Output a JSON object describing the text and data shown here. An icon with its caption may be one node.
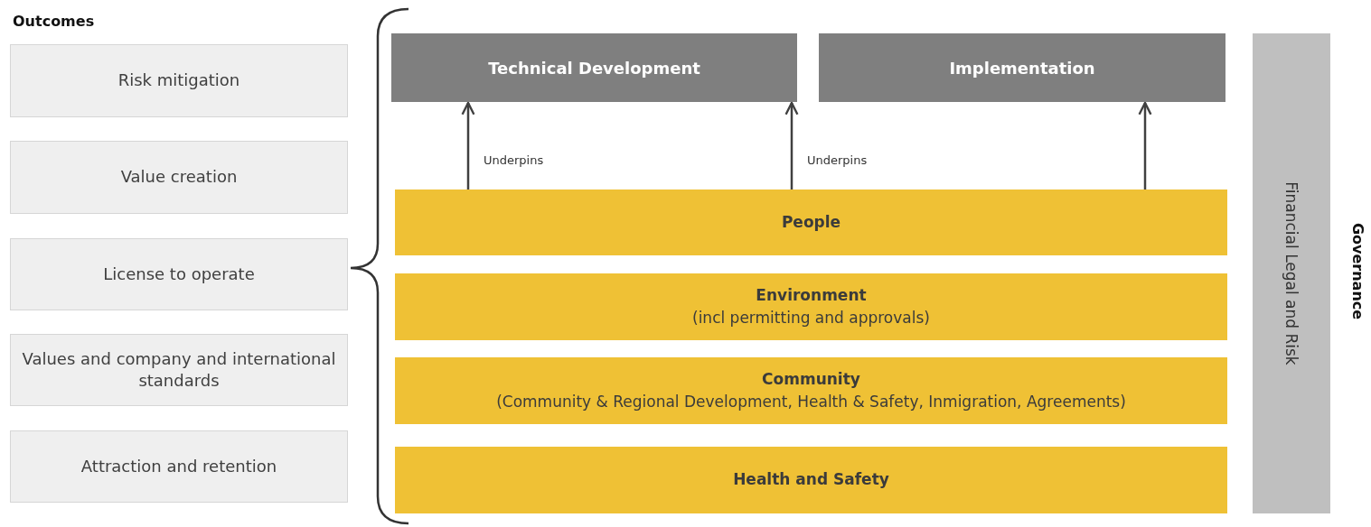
{
  "diagram": {
    "nodes": [
      {
        "text": [
          "Risk mitigation"
        ]
      },
      {
        "text": [
          "Value creation"
        ]
      },
      {
        "text": [
          "License to operate"
        ]
      },
      {
        "text": [
          "Values and company and international standards"
        ]
      },
      {
        "text": [
          "Attraction and retention"
        ]
      },
      {
        "text": [
          "Technical Development"
        ]
      },
      {
        "text": [
          "Implementation"
        ]
      },
      {
        "text": [
          "People"
        ]
      },
      {
        "text": [
          "Environment",
          "(incl permitting and approvals)"
        ]
      },
      {
        "text": [
          "Community",
          "(Community & Regional Development, Health & Safety, Inmigration, Agreements)"
        ]
      },
      {
        "text": [
          "Health and Safety"
        ]
      },
      {
        "text": [
          "Financial Legal and Risk"
        ]
      }
    ],
    "edges": [
      {
        "from": 7,
        "to": 5,
        "arrow": "to",
        "label": "Underpins"
      },
      {
        "from": 7,
        "to": 5,
        "arrow": "to",
        "label": "Underpins"
      },
      {
        "from": 7,
        "to": 6,
        "arrow": "to"
      }
    ],
    "labels": [
      "Outcomes",
      "Governance"
    ]
  }
}
